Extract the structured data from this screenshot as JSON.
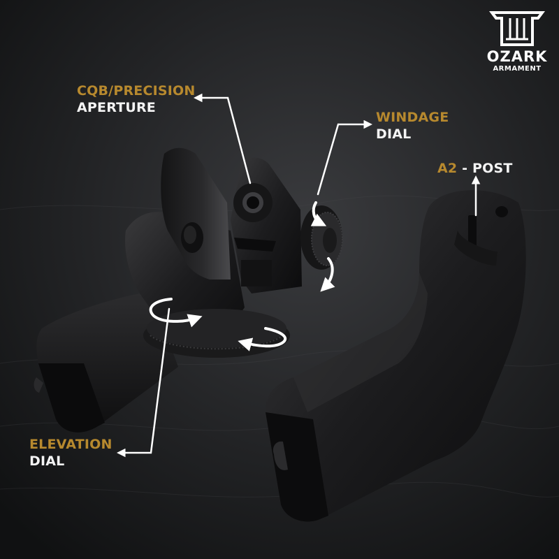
{
  "logo": {
    "brand": "OZARK",
    "sub": "ARMAMENT"
  },
  "callouts": {
    "aperture": {
      "line1": "CQB/PRECISION",
      "line2": "APERTURE"
    },
    "windage": {
      "line1": "WINDAGE",
      "line2": "DIAL"
    },
    "post": {
      "line1": "A2",
      "sep": " - ",
      "line2": "POST"
    },
    "elevation": {
      "line1": "ELEVATION",
      "line2": "DIAL"
    }
  },
  "colors": {
    "accent": "#b7892e",
    "label": "#f4f4f4",
    "arrow": "#ffffff"
  }
}
